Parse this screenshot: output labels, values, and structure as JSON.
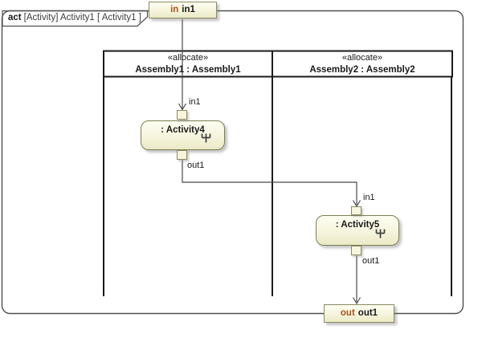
{
  "frame": {
    "kind_keyword": "act",
    "tab_text": "[Activity] Activity1 [ Activity1 ]"
  },
  "parameters": {
    "input": {
      "keyword": "in",
      "name": "in1"
    },
    "output": {
      "keyword": "out",
      "name": "out1"
    }
  },
  "swimlanes": [
    {
      "stereotype": "«allocate»",
      "name": "Assembly1 : Assembly1"
    },
    {
      "stereotype": "«allocate»",
      "name": "Assembly2 : Assembly2"
    }
  ],
  "actions": [
    {
      "name": ": Activity4",
      "input_pin_label": "in1",
      "output_pin_label": "out1"
    },
    {
      "name": ": Activity5",
      "input_pin_label": "in1",
      "output_pin_label": "out1"
    }
  ],
  "colors": {
    "keyword_text": "#A6531C",
    "node_fill_top": "#FEFEF2",
    "node_fill_bottom": "#EBEAC6",
    "node_border": "#7D7D52",
    "lane_border": "#1A1A1A",
    "frame_border": "#4F4F4F",
    "edge": "#4A4A4A"
  }
}
